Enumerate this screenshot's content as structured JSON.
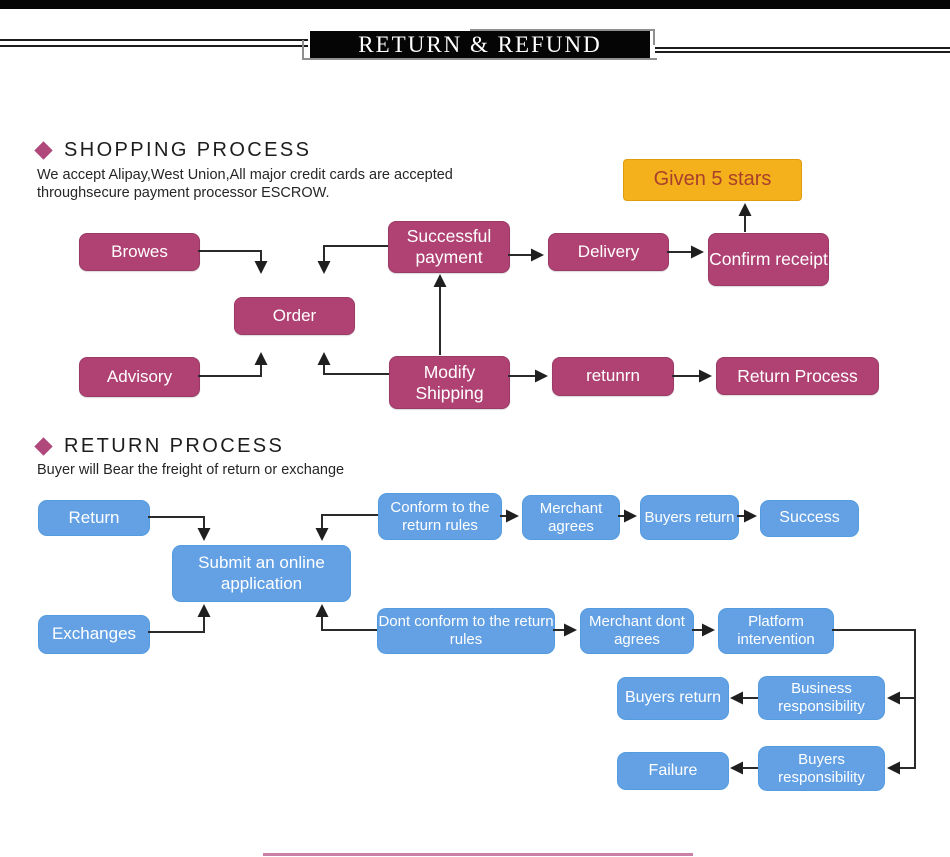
{
  "banner": {
    "title": "RETURN & REFUND"
  },
  "shopping": {
    "heading": "SHOPPING PROCESS",
    "subtitle1": "We accept Alipay,West Union,All major credit cards are accepted",
    "subtitle2": "throughsecure payment processor ESCROW.",
    "nodes": {
      "browes": "Browes",
      "order": "Order",
      "advisory": "Advisory",
      "successful_payment": "Successful payment",
      "modify_shipping": "Modify Shipping",
      "delivery": "Delivery",
      "retunrn": "retunrn",
      "confirm_receipt": "Confirm receipt",
      "return_process": "Return Process",
      "given_5_stars": "Given 5 stars"
    }
  },
  "returns": {
    "heading": "RETURN PROCESS",
    "subtitle": "Buyer will Bear the freight of return or exchange",
    "nodes": {
      "return": "Return",
      "submit": "Submit an online application",
      "exchanges": "Exchanges",
      "conform": "Conform to the return rules",
      "merchant_agrees": "Merchant agrees",
      "buyers_return_top": "Buyers return",
      "success": "Success",
      "dont_conform": "Dont conform to the return rules",
      "merchant_dont_agrees": "Merchant dont agrees",
      "platform_intervention": "Platform intervention",
      "business_responsibility": "Business responsibility",
      "buyers_return": "Buyers return",
      "buyers_responsibility": "Buyers responsibility",
      "failure": "Failure"
    }
  },
  "colors": {
    "pink": "#b04273",
    "blue": "#63a1e4",
    "yellow": "#f4b11b",
    "yellow_text": "#a8402c",
    "diamond": "#b1487b",
    "arrow": "#2a2a2a",
    "bottom_line": "#c97fa6"
  }
}
